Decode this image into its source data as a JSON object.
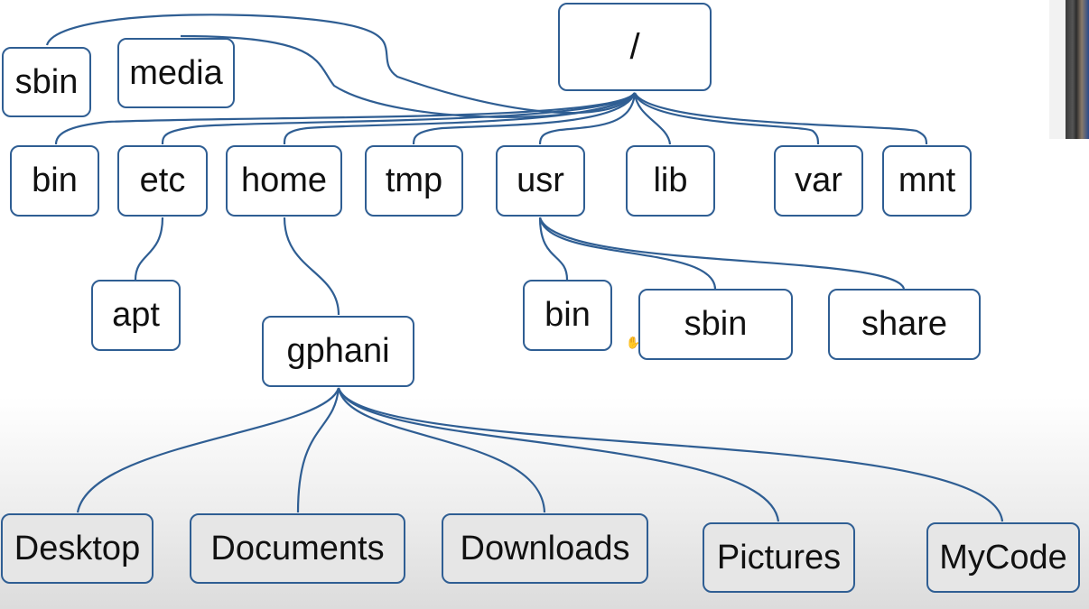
{
  "tree": {
    "root": "/",
    "level1": [
      "sbin",
      "media",
      "bin",
      "etc",
      "home",
      "tmp",
      "usr",
      "lib",
      "var",
      "mnt"
    ],
    "etc_children": [
      "apt"
    ],
    "home_children": [
      "gphani"
    ],
    "usr_children": [
      "bin",
      "sbin",
      "share"
    ],
    "gphani_children": [
      "Desktop",
      "Documents",
      "Downloads",
      "Pictures",
      "MyCode"
    ]
  },
  "colors": {
    "edge": "#2f5e93",
    "node_border": "#2f5e93",
    "text": "#111111"
  },
  "icons": {
    "cursor": "hand-cursor-icon"
  }
}
